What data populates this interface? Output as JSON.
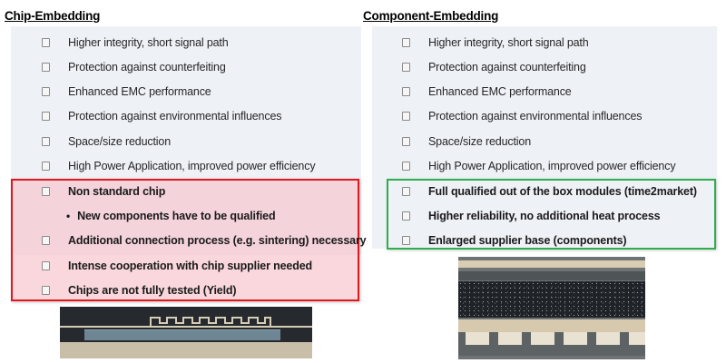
{
  "columns": [
    {
      "title": "Chip-Embedding",
      "common_items": [
        "Higher integrity, short signal path",
        "Protection against counterfeiting",
        "Enhanced EMC performance",
        "Protection against environmental influences",
        "Space/size reduction",
        "High Power Application, improved power efficiency"
      ],
      "highlight": {
        "tone": "disadvantages",
        "border_color": "#e0191e",
        "items": [
          {
            "text": "Non standard chip",
            "type": "checkbox"
          },
          {
            "text": "New components have to be qualified",
            "type": "bullet"
          },
          {
            "text": "Additional connection process (e.g. sintering) necessary",
            "type": "checkbox"
          },
          {
            "text": "Intense cooperation with chip supplier needed",
            "type": "checkbox"
          },
          {
            "text": "Chips are not fully tested (Yield)",
            "type": "checkbox"
          }
        ]
      },
      "image": "chip-embedding-cross-section"
    },
    {
      "title": "Component-Embedding",
      "common_items": [
        "Higher integrity, short signal path",
        "Protection against counterfeiting",
        "Enhanced EMC performance",
        "Protection against environmental influences",
        "Space/size reduction",
        "High Power Application, improved power efficiency"
      ],
      "highlight": {
        "tone": "advantages",
        "border_color": "#2fae4e",
        "items": [
          {
            "text": "Full qualified out of the box modules (time2market)",
            "type": "checkbox"
          },
          {
            "text": "Higher reliability, no additional  heat process",
            "type": "checkbox"
          },
          {
            "text": "Enlarged supplier base (components)",
            "type": "checkbox"
          }
        ]
      },
      "image": "component-embedding-cross-section"
    }
  ]
}
